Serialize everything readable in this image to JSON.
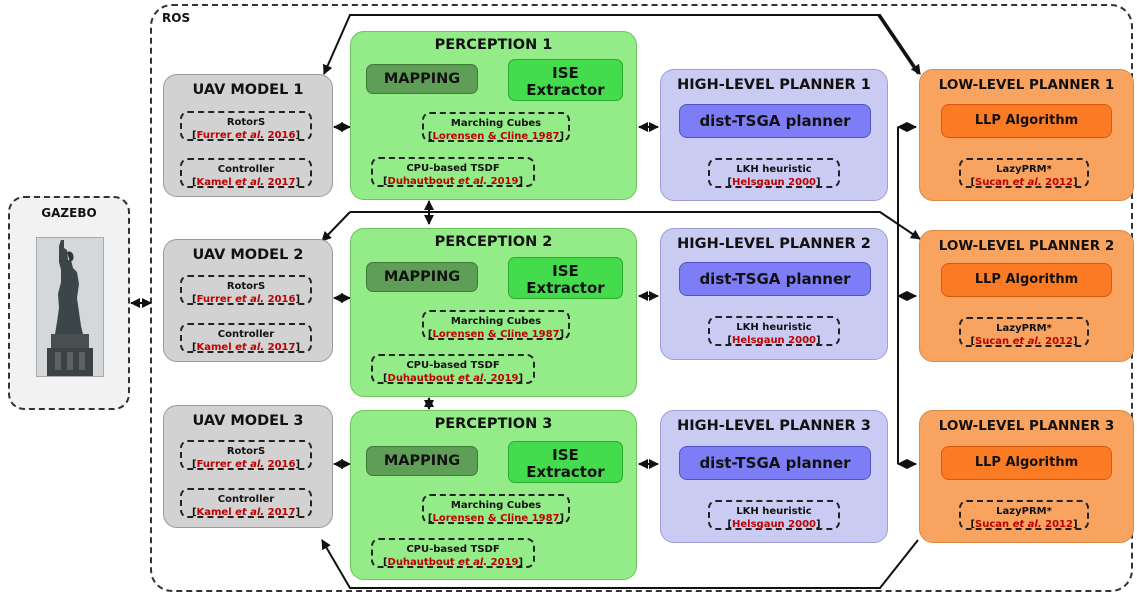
{
  "ros": {
    "label": "ROS"
  },
  "gazebo": {
    "label": "GAZEBO"
  },
  "uav_models": [
    {
      "title": "UAV MODEL 1",
      "rotors": {
        "name": "RotorS",
        "ref_author": "Furrer ",
        "ref_etal": "et al.",
        "ref_year": " 2016"
      },
      "controller": {
        "name": "Controller",
        "ref_author": "Kamel ",
        "ref_etal": "et al.",
        "ref_year": " 2017"
      }
    },
    {
      "title": "UAV MODEL 2",
      "rotors": {
        "name": "RotorS",
        "ref_author": "Furrer ",
        "ref_etal": "et al.",
        "ref_year": " 2016"
      },
      "controller": {
        "name": "Controller",
        "ref_author": "Kamel ",
        "ref_etal": "et al.",
        "ref_year": " 2017"
      }
    },
    {
      "title": "UAV MODEL 3",
      "rotors": {
        "name": "RotorS",
        "ref_author": "Furrer ",
        "ref_etal": "et al.",
        "ref_year": " 2016"
      },
      "controller": {
        "name": "Controller",
        "ref_author": "Kamel ",
        "ref_etal": "et al.",
        "ref_year": " 2017"
      }
    }
  ],
  "perceptions": [
    {
      "title": "PERCEPTION 1",
      "mapping": "MAPPING",
      "ise_line1": "ISE",
      "ise_line2": "Extractor",
      "mc": {
        "name": "Marching Cubes",
        "ref": "Lorensen & Cline 1987"
      },
      "tsdf": {
        "name": "CPU-based TSDF",
        "ref_author": "Duhautbout ",
        "ref_etal": "et al.",
        "ref_year": " 2019"
      }
    },
    {
      "title": "PERCEPTION 2",
      "mapping": "MAPPING",
      "ise_line1": "ISE",
      "ise_line2": "Extractor",
      "mc": {
        "name": "Marching Cubes",
        "ref": "Lorensen & Cline 1987"
      },
      "tsdf": {
        "name": "CPU-based TSDF",
        "ref_author": "Duhautbout ",
        "ref_etal": "et al.",
        "ref_year": " 2019"
      }
    },
    {
      "title": "PERCEPTION 3",
      "mapping": "MAPPING",
      "ise_line1": "ISE",
      "ise_line2": "Extractor",
      "mc": {
        "name": "Marching Cubes",
        "ref": "Lorensen & Cline 1987"
      },
      "tsdf": {
        "name": "CPU-based TSDF",
        "ref_author": "Duhautbout ",
        "ref_etal": "et al.",
        "ref_year": " 2019"
      }
    }
  ],
  "high_level_planners": [
    {
      "title": "HIGH-LEVEL PLANNER 1",
      "planner": "dist-TSGA planner",
      "heuristic": "LKH heuristic",
      "ref": "Helsgaun 2000"
    },
    {
      "title": "HIGH-LEVEL PLANNER 2",
      "planner": "dist-TSGA planner",
      "heuristic": "LKH heuristic",
      "ref": "Helsgaun 2000"
    },
    {
      "title": "HIGH-LEVEL PLANNER 3",
      "planner": "dist-TSGA planner",
      "heuristic": "LKH heuristic",
      "ref": "Helsgaun 2000"
    }
  ],
  "low_level_planners": [
    {
      "title": "LOW-LEVEL PLANNER 1",
      "algorithm": "LLP Algorithm",
      "method": "LazyPRM*",
      "ref_author": "Sucan ",
      "ref_etal": "et al.",
      "ref_year": " 2012"
    },
    {
      "title": "LOW-LEVEL PLANNER 2",
      "algorithm": "LLP Algorithm",
      "method": "LazyPRM*",
      "ref_author": "Sucan ",
      "ref_etal": "et al.",
      "ref_year": " 2012"
    },
    {
      "title": "LOW-LEVEL PLANNER 3",
      "algorithm": "LLP Algorithm",
      "method": "LazyPRM*",
      "ref_author": "Sucan ",
      "ref_etal": "et al.",
      "ref_year": " 2012"
    }
  ],
  "colors": {
    "uav": "#d2d2d2",
    "perception": "#94ec88",
    "mapping": "#5f9e57",
    "ise": "#44dc4c",
    "hlp": "#cacbf2",
    "tsga": "#7d7df6",
    "llp": "#f8a460",
    "llp_algorithm": "#fb7a24",
    "reference_red": "#c00000"
  }
}
